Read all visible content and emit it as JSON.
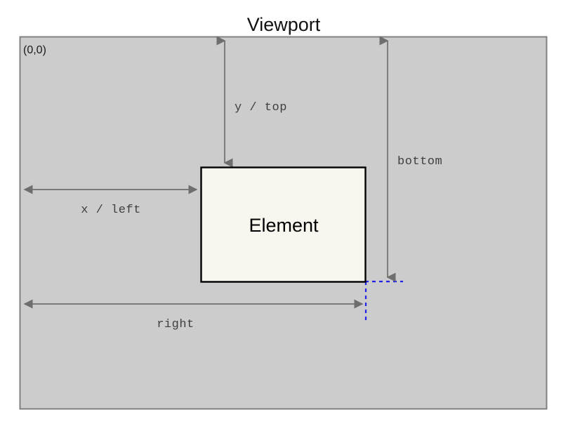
{
  "diagram": {
    "title": "Viewport",
    "origin_label": "(0,0)",
    "element_label": "Element",
    "colors": {
      "viewport_fill": "#cccccc",
      "viewport_border": "#808080",
      "element_fill": "#f9f6f0",
      "element_border": "#000000",
      "arrow": "#6e6e6e",
      "guide_line": "#2222ee",
      "text": "#111111",
      "label_text": "#3f3f3f",
      "page_background": "#ffffff"
    },
    "measurements": [
      {
        "id": "y-top",
        "label": "y / top",
        "orientation": "vertical",
        "arrowheads": "both",
        "from": "viewport top edge",
        "to": "element top edge"
      },
      {
        "id": "bottom",
        "label": "bottom",
        "orientation": "vertical",
        "arrowheads": "both",
        "from": "viewport top edge",
        "to": "element bottom edge"
      },
      {
        "id": "x-left",
        "label": "x / left",
        "orientation": "horizontal",
        "arrowheads": "both",
        "from": "viewport left edge",
        "to": "element left edge"
      },
      {
        "id": "right",
        "label": "right",
        "orientation": "horizontal",
        "arrowheads": "both",
        "from": "viewport left edge",
        "to": "element right edge"
      }
    ],
    "guides": [
      {
        "id": "guide-horizontal",
        "style": "dotted",
        "orientation": "horizontal",
        "anchor": "element bottom edge"
      },
      {
        "id": "guide-vertical",
        "style": "dotted",
        "orientation": "vertical",
        "anchor": "element right edge"
      }
    ]
  }
}
